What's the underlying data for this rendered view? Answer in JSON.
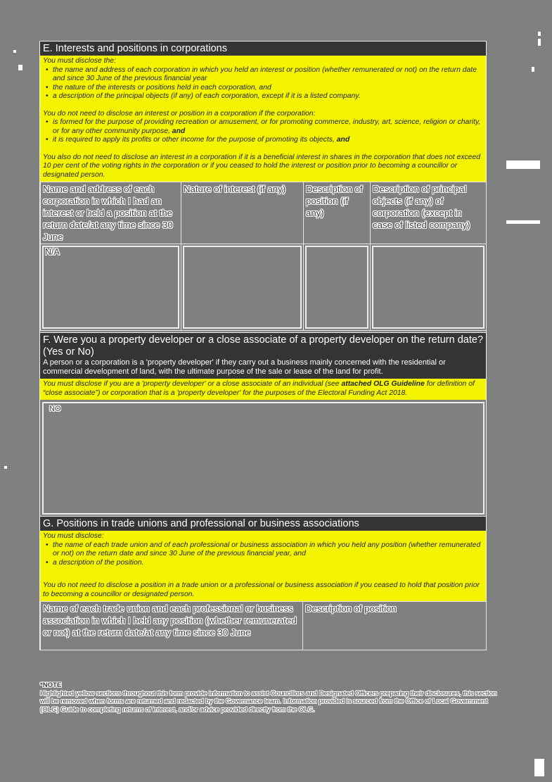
{
  "section_e": {
    "title": "E. Interests and positions in corporations",
    "must_disclose_intro": "You must disclose the:",
    "must_disclose_items": [
      "the name and address of each corporation in which you held an interest or position (whether remunerated or not) on the return date and since 30 June of the previous financial year",
      "the nature of the interests or positions held in each corporation, and",
      "a description of the principal objects (if any) of each corporation, except if it is a listed company."
    ],
    "exempt_intro": "You do not need to disclose an interest or position in a corporation if the corporation:",
    "exempt_items": [
      {
        "text": "is formed for the purpose of providing recreation or amusement, or for promoting commerce, industry, art, science, religion or charity, or for any other community purpose,",
        "bold_suffix": "and"
      },
      {
        "text": "it is required to apply its profits or other income for the purpose of promoting its objects,",
        "bold_suffix": "and"
      }
    ],
    "also_exempt": "You also do not need to disclose an interest in a corporation if it is a beneficial interest in shares in the corporation that does not exceed 10 per cent of the voting rights in the corporation or if you ceased to hold the interest or position prior to becoming a councillor or designated person.",
    "table": {
      "headers": [
        "Name and address of each corporation in which I had an interest or held a position at the return date/at any time since 30 June",
        "Nature of interest (if any)",
        "Description of position (if any)",
        "Description of principal objects (if any) of corporation (except in case of listed company)"
      ],
      "rows": [
        [
          "N/A",
          "",
          "",
          ""
        ]
      ]
    }
  },
  "section_f": {
    "title": "F. Were you a property developer or a close associate of a property developer on the return date? (Yes or No)",
    "definition": "A person or a corporation is a 'property developer' if they carry out a business mainly concerned with the residential or commercial development of land, with the ultimate purpose of the sale or lease of the land for profit.",
    "guidance_pre": "You must disclose if you are a 'property developer' or a close associate of an individual (see ",
    "guidance_bold": "attached OLG Guideline",
    "guidance_post": " for definition of “close associate”) or corporation that is a 'property developer' for the purposes of the Electoral Funding Act 2018.",
    "answer": "NO"
  },
  "section_g": {
    "title": "G. Positions in trade unions and professional or business associations",
    "must_disclose_intro": "You must disclose:",
    "must_disclose_items": [
      "the name of each trade union and of each professional or business association in which you held any position (whether remunerated or not) on the return date and since 30 June of the previous financial year, and",
      "a description of the position."
    ],
    "exempt_text": "You do not need to disclose a position in a trade union or a professional or business association if you ceased to hold that position prior to becoming a councillor or designated person.",
    "table": {
      "headers": [
        "Name of each trade union and each professional or business association in which I held any position (whether remunerated or not) at the return date/at any time since 30 June",
        "Description of position"
      ]
    }
  },
  "note": {
    "title": "*NOTE",
    "body": "Highlighted yellow sections throughout this form provide information to assist Councillors and Designated Officers preparing their disclosures, this section will be removed when forms are returned and redacted by the Governance team. Information provided is sourced from the Office of Local Government (OLG) Guide to completing returns of interest, and/or advice provided directly from the OLG."
  },
  "colors": {
    "page_background": "#808080",
    "section_bar": "#353535",
    "highlight_yellow": "#f4f400"
  }
}
